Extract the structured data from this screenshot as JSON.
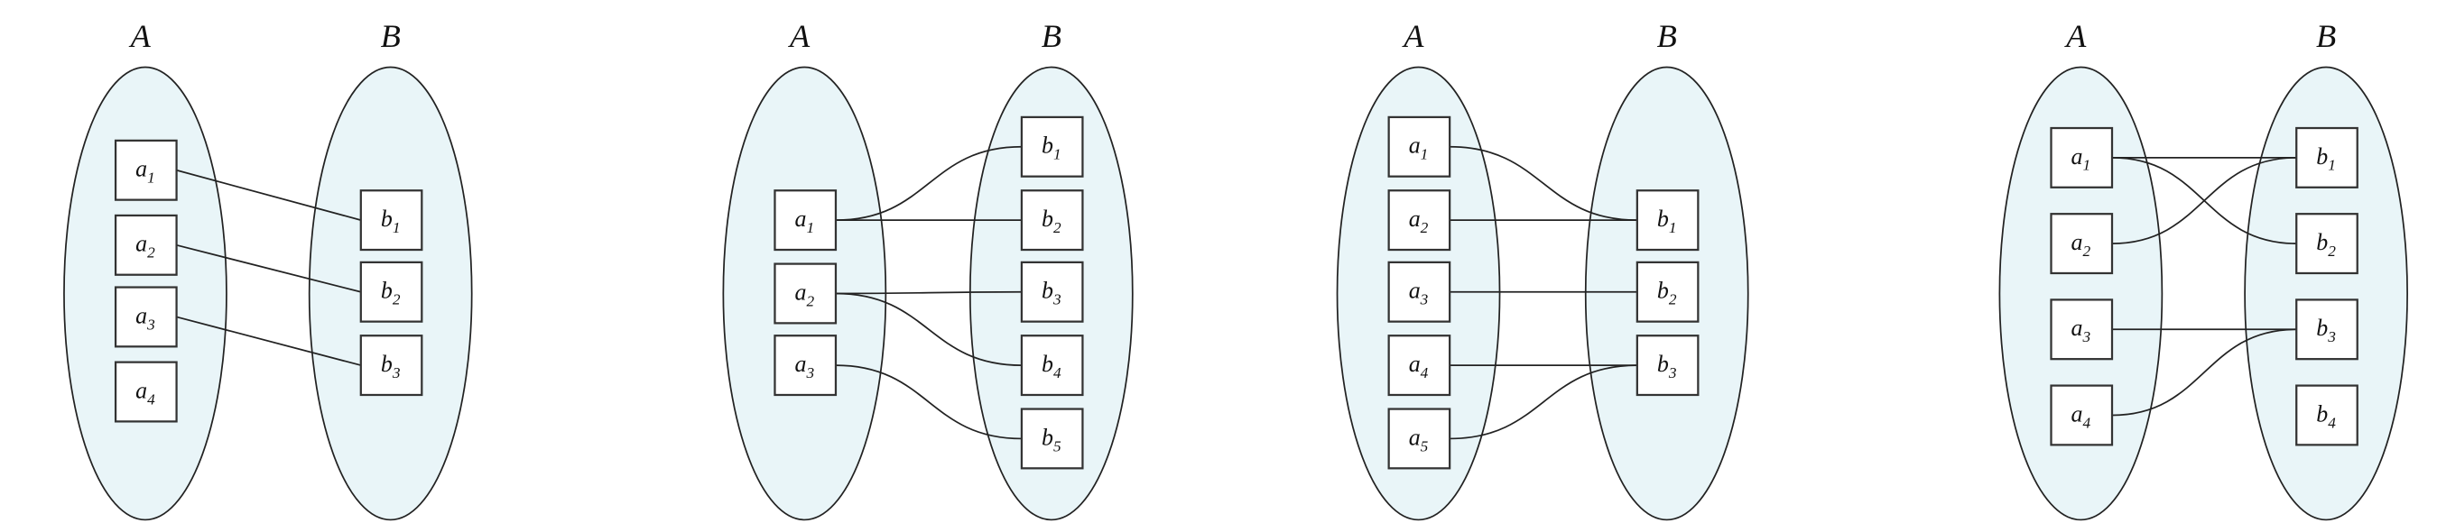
{
  "diagrams": [
    {
      "set_a_label": "A",
      "set_b_label": "B",
      "a_elements": [
        "a1",
        "a2",
        "a3",
        "a4"
      ],
      "b_elements": [
        "b1",
        "b2",
        "b3"
      ],
      "mappings": [
        [
          0,
          0
        ],
        [
          1,
          1
        ],
        [
          2,
          2
        ]
      ]
    },
    {
      "set_a_label": "A",
      "set_b_label": "B",
      "a_elements": [
        "a1",
        "a2",
        "a3"
      ],
      "b_elements": [
        "b1",
        "b2",
        "b3",
        "b4",
        "b5"
      ],
      "mappings": [
        [
          0,
          0
        ],
        [
          0,
          1
        ],
        [
          1,
          2
        ],
        [
          1,
          3
        ],
        [
          2,
          4
        ]
      ]
    },
    {
      "set_a_label": "A",
      "set_b_label": "B",
      "a_elements": [
        "a1",
        "a2",
        "a3",
        "a4",
        "a5"
      ],
      "b_elements": [
        "b1",
        "b2",
        "b3"
      ],
      "mappings": [
        [
          0,
          0
        ],
        [
          1,
          0
        ],
        [
          2,
          1
        ],
        [
          3,
          2
        ],
        [
          4,
          2
        ]
      ]
    },
    {
      "set_a_label": "A",
      "set_b_label": "B",
      "a_elements": [
        "a1",
        "a2",
        "a3",
        "a4"
      ],
      "b_elements": [
        "b1",
        "b2",
        "b3",
        "b4"
      ],
      "mappings": [
        [
          0,
          0
        ],
        [
          0,
          1
        ],
        [
          1,
          0
        ],
        [
          2,
          2
        ],
        [
          3,
          2
        ]
      ]
    }
  ]
}
